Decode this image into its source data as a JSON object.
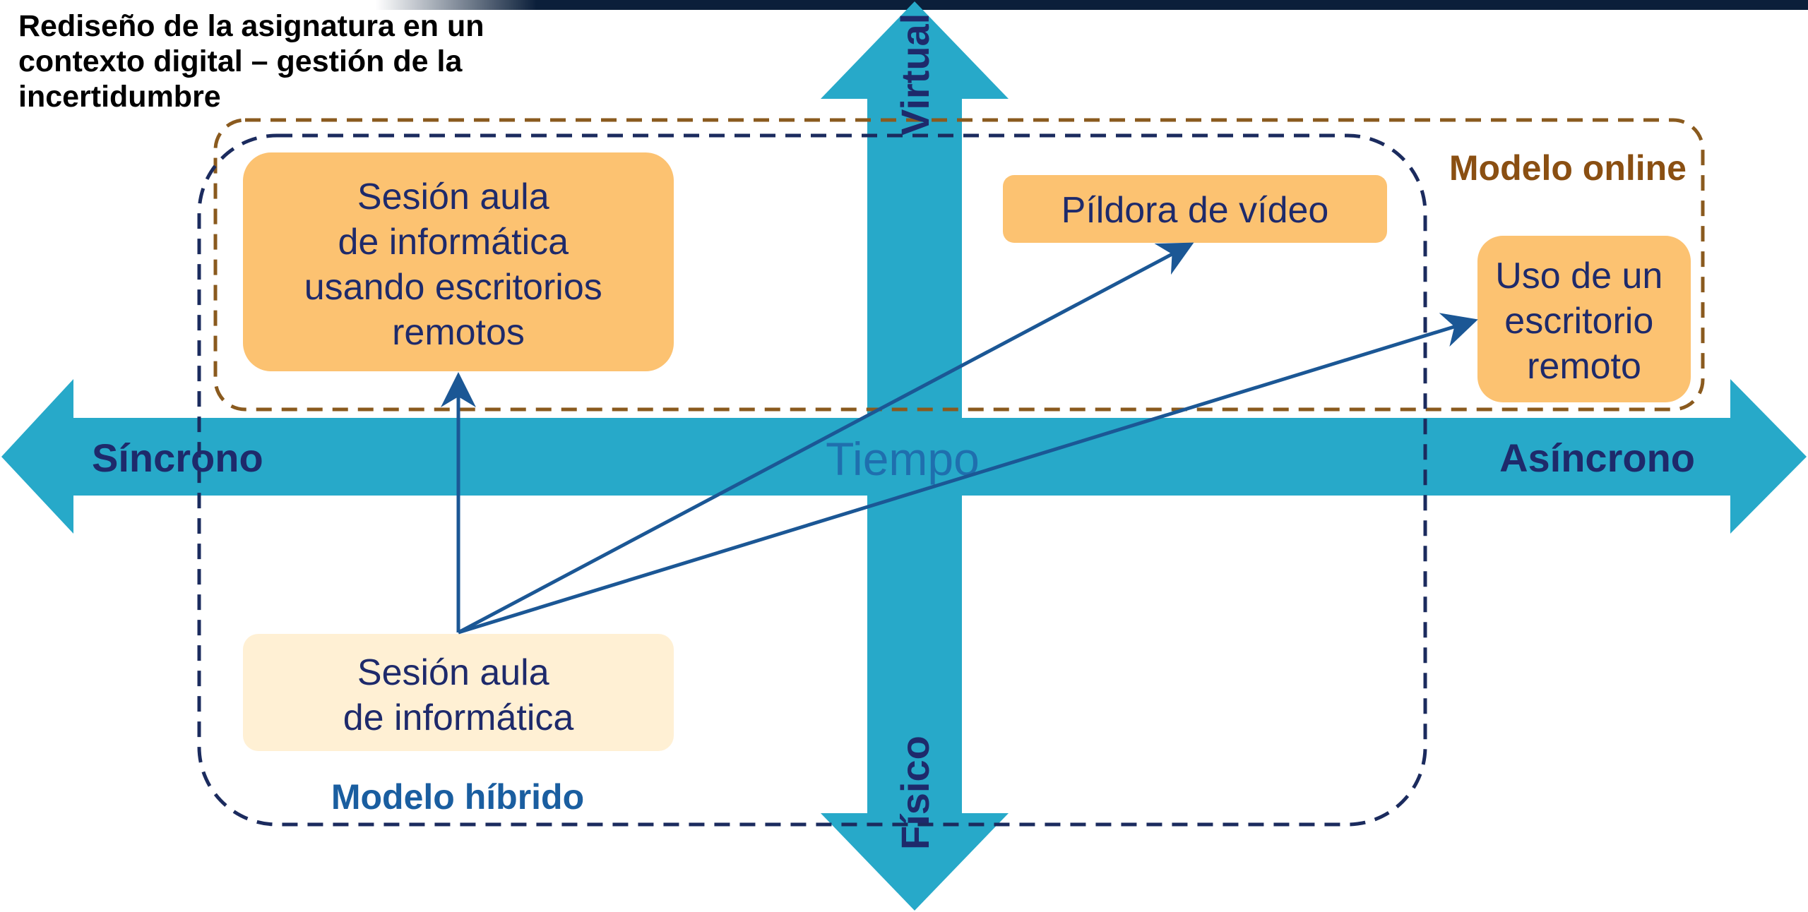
{
  "slide": {
    "title": "Rediseño de la asignatura en un contexto digital – gestión de la incertidumbre"
  },
  "axes": {
    "horizontal": {
      "center_label": "Tiempo",
      "left_label": "Síncrono",
      "right_label": "Asíncrono"
    },
    "vertical": {
      "top_label": "Virtual",
      "bottom_label": "Físico"
    }
  },
  "regions": {
    "online": {
      "label": "Modelo online"
    },
    "hybrid": {
      "label": "Modelo híbrido"
    }
  },
  "boxes": {
    "remote_desktop_session": {
      "lines": [
        "Sesión aula",
        "de informática",
        "usando escritorios",
        "remotos"
      ]
    },
    "video_pill": {
      "lines": [
        "Píldora de vídeo"
      ]
    },
    "remote_desktop_use": {
      "lines": [
        "Uso de un",
        "escritorio",
        "remoto"
      ]
    },
    "lab_session": {
      "lines": [
        "Sesión aula",
        "de informática"
      ]
    }
  },
  "colors": {
    "axis_fill": "#27a9c9",
    "axis_label": "#1e2a6b",
    "center_label": "#1f6fae",
    "online_border": "#8a5a1e",
    "online_label": "#8a4f12",
    "hybrid_border": "#1b2b5e",
    "hybrid_label": "#1a5ea0",
    "box_strong": "#fcc271",
    "box_light": "#fff0d4",
    "box_text": "#1e2a6b",
    "arrow": "#1b5795",
    "title_text": "#000000"
  }
}
